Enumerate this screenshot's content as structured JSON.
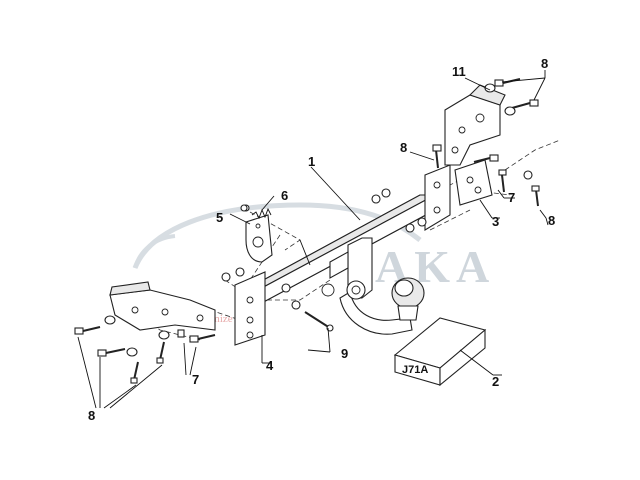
{
  "labels": {
    "l1": "1",
    "l2": "2",
    "l3": "3",
    "l4": "4",
    "l5": "5",
    "l6": "6",
    "l7a": "7",
    "l7b": "7",
    "l8a": "8",
    "l8b": "8",
    "l8c": "8",
    "l8d": "8",
    "l9": "9",
    "l11": "11"
  },
  "box_code": "J71A",
  "watermark": {
    "main": "AKA",
    "sub": "Kustomize tuning"
  }
}
